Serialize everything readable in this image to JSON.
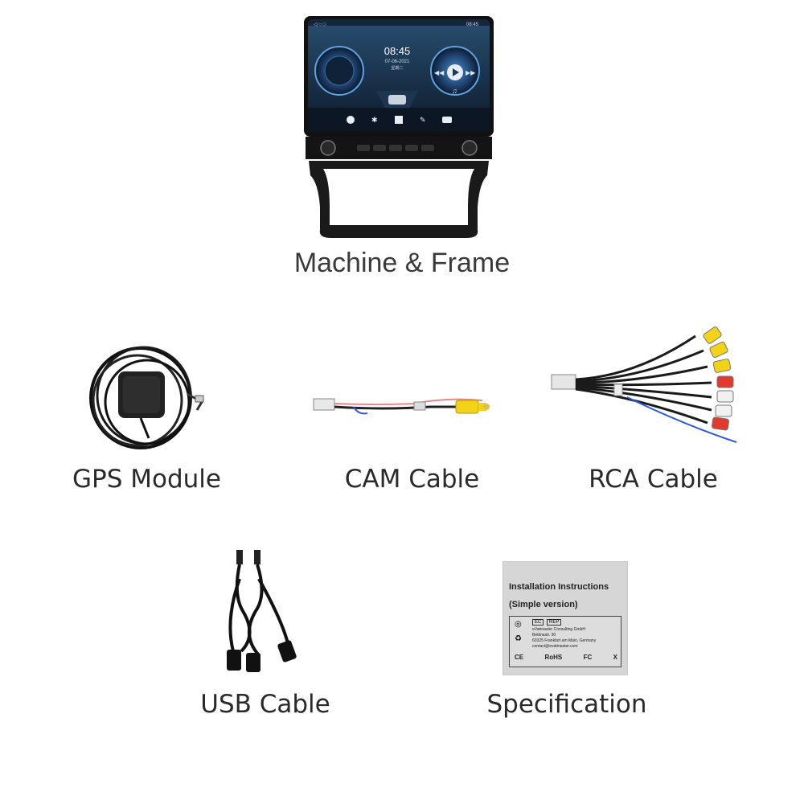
{
  "captions": {
    "machine": "Machine & Frame",
    "gps": "GPS Module",
    "cam": "CAM Cable",
    "rca": "RCA Cable",
    "usb": "USB Cable",
    "spec": "Specification"
  },
  "head_unit_screen": {
    "clock": "08:45",
    "date": "07-06-2021",
    "weekday": "星期二",
    "status_time": "08:45"
  },
  "manual": {
    "title": "Installation Instructions",
    "subtitle": "(Simple version)",
    "ec_label": "EC",
    "rep_label": "REP",
    "company": "eVatmaster Consulting GmbH",
    "street": "Bettinastr. 30",
    "city": "60325 Frankfurt am Main, Germany",
    "email": "contact@evatmaster.com",
    "marks": [
      "CE",
      "RoHS",
      "FC",
      "X"
    ]
  },
  "colors": {
    "caption": "#2a2a2a",
    "rca_yellow": "#f2d318",
    "rca_red": "#e23a2e",
    "rca_white": "#f1f1f1",
    "wire_blue": "#2f5bd8"
  }
}
